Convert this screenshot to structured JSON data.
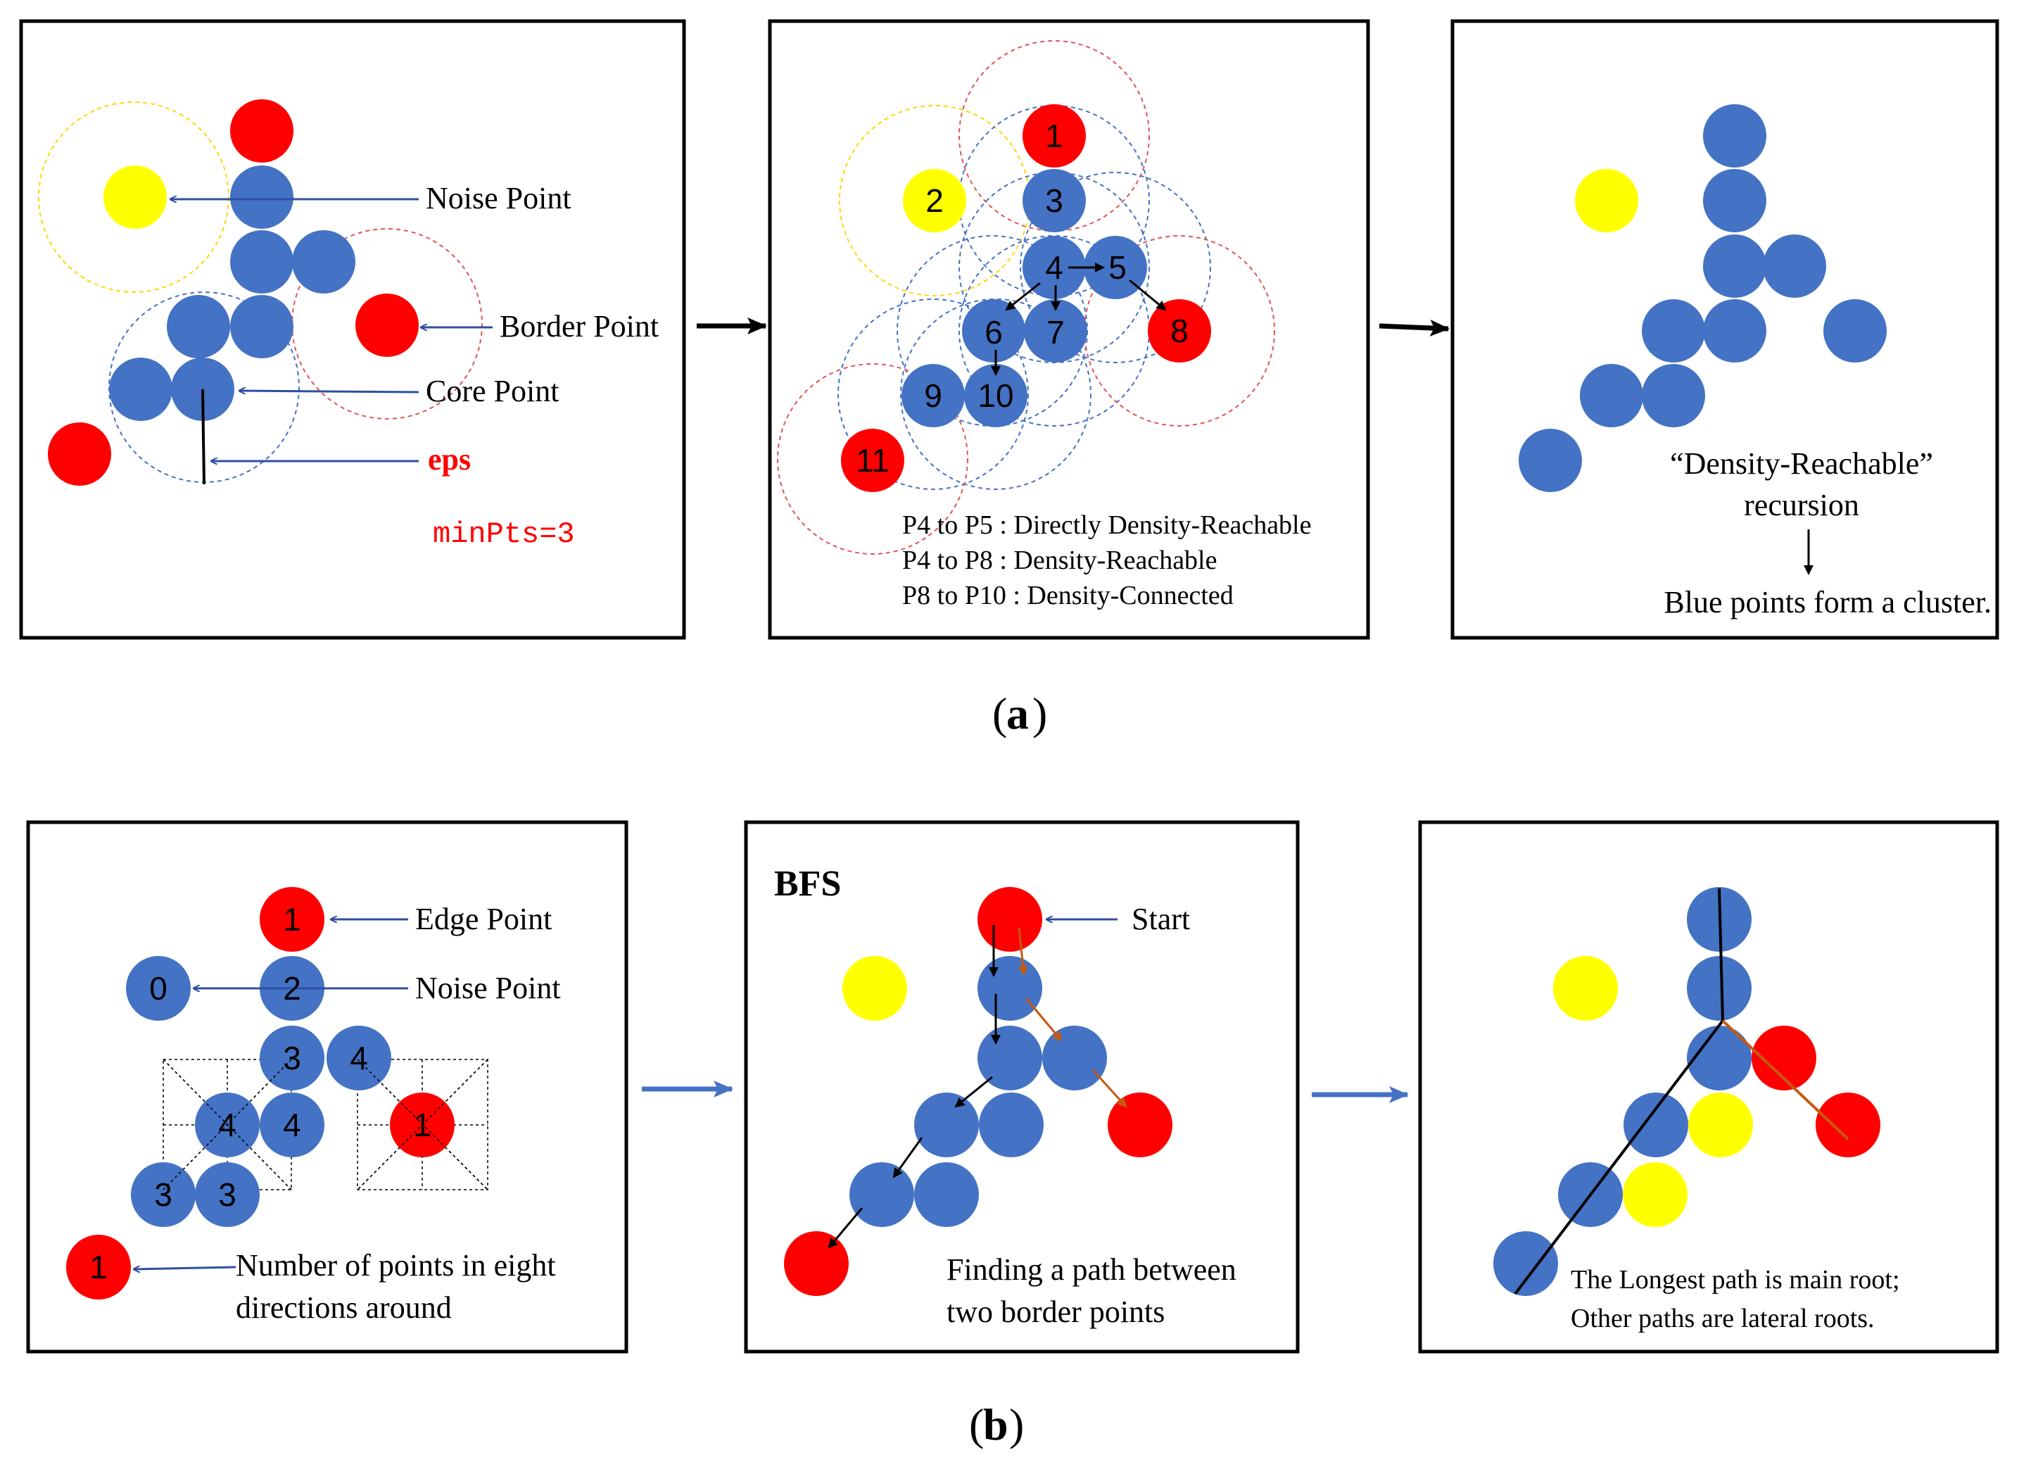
{
  "colors": {
    "blue": "#4472C4",
    "red": "#FF0000",
    "yellow": "#FFFF00",
    "arrow_blue": "#2F4F9F",
    "arrow_orange": "#C55A11",
    "label_red": "#FF0000",
    "big_arrow_blue": "#4472C4"
  },
  "panel_a1": {
    "noise_label": "Noise Point",
    "border_label": "Border Point",
    "core_label": "Core Point",
    "eps_label": "eps",
    "minpts_label": "minPts=3"
  },
  "panel_a2": {
    "points": [
      "1",
      "2",
      "3",
      "4",
      "5",
      "6",
      "7",
      "8",
      "9",
      "10",
      "11"
    ],
    "line1": "P4 to P5 : Directly Density-Reachable",
    "line2": "P4 to P8 : Density-Reachable",
    "line3": "P8 to P10 : Density-Connected"
  },
  "panel_a3": {
    "text1": "“Density-Reachable”",
    "text2": "recursion",
    "text3": "Blue points form a cluster."
  },
  "caption_a": {
    "open": "(",
    "letter": "a",
    "close": ")"
  },
  "panel_b1": {
    "counts": [
      "1",
      "0",
      "2",
      "3",
      "4",
      "4",
      "4",
      "3",
      "3",
      "1",
      "1"
    ],
    "edge_label": "Edge Point",
    "noise_label": "Noise Point",
    "desc1": "Number of points in eight",
    "desc2": "directions around"
  },
  "panel_b2": {
    "title": "BFS",
    "start_label": "Start",
    "desc1": "Finding a path between",
    "desc2": "two border points"
  },
  "panel_b3": {
    "desc1": "The Longest path is main root;",
    "desc2": "Other paths are lateral roots."
  },
  "caption_b": {
    "open": "(",
    "letter": "b",
    "close": ")"
  }
}
